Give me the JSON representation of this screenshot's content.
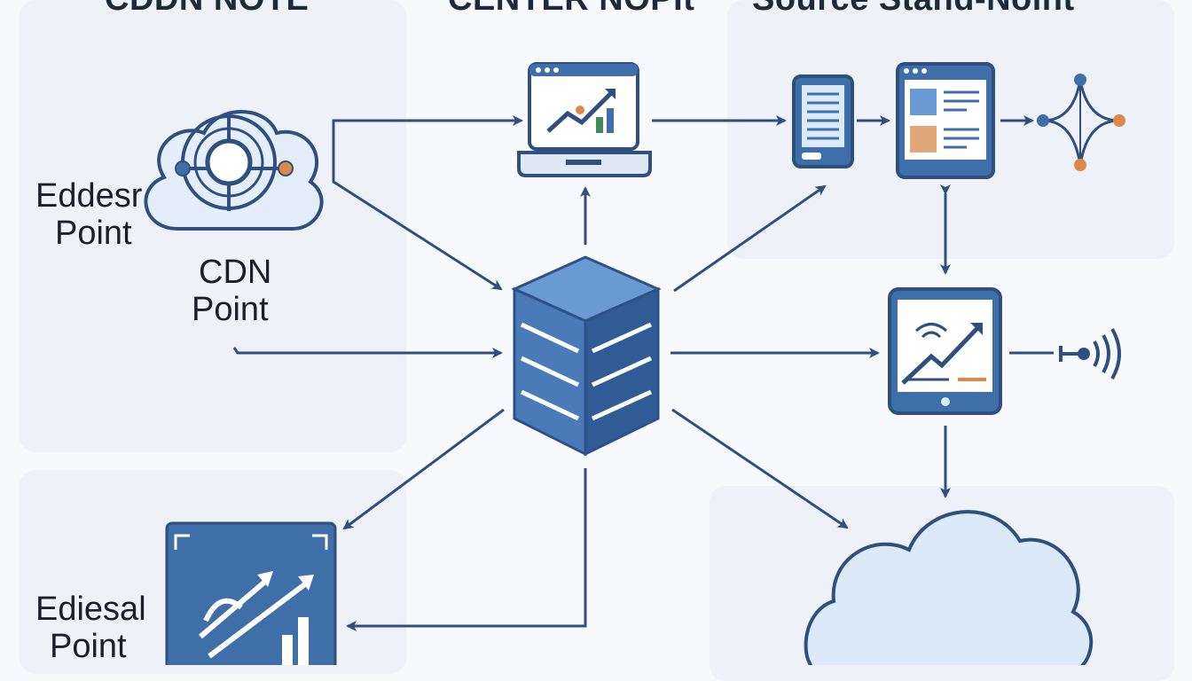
{
  "headings": {
    "left": "CDDN NOTE",
    "center": "CENTER NOPIt",
    "right": "Source Stand-Noint"
  },
  "labels": {
    "edge_top_line1": "Eddesr",
    "edge_top_line2": "Point",
    "cdn_line1": "CDN",
    "cdn_line2": "Point",
    "edge_bottom_line1": "Ediesal",
    "edge_bottom_line2": "Point"
  },
  "colors": {
    "stroke": "#2f4f7f",
    "node_fill": "#3f6fa8",
    "node_dark": "#2c5288",
    "node_light": "#6a9ad4",
    "cloud_fill": "#dce9f8",
    "accent_orange": "#e0884a",
    "accent_green": "#3f8a5a",
    "panel": "#eef2f8"
  },
  "nodes": [
    {
      "name": "cdn-cloud",
      "icon": "network-cloud-icon"
    },
    {
      "name": "center-laptop",
      "icon": "laptop-chart-icon"
    },
    {
      "name": "center-server",
      "icon": "server-stack-icon"
    },
    {
      "name": "source-phone",
      "icon": "phone-icon"
    },
    {
      "name": "source-browser",
      "icon": "browser-window-icon"
    },
    {
      "name": "source-network",
      "icon": "network-graph-icon"
    },
    {
      "name": "source-tablet",
      "icon": "tablet-chart-icon"
    },
    {
      "name": "source-signal",
      "icon": "wireless-signal-icon"
    },
    {
      "name": "origin-cloud",
      "icon": "cloud-icon"
    },
    {
      "name": "edge-app",
      "icon": "analytics-app-icon"
    }
  ]
}
